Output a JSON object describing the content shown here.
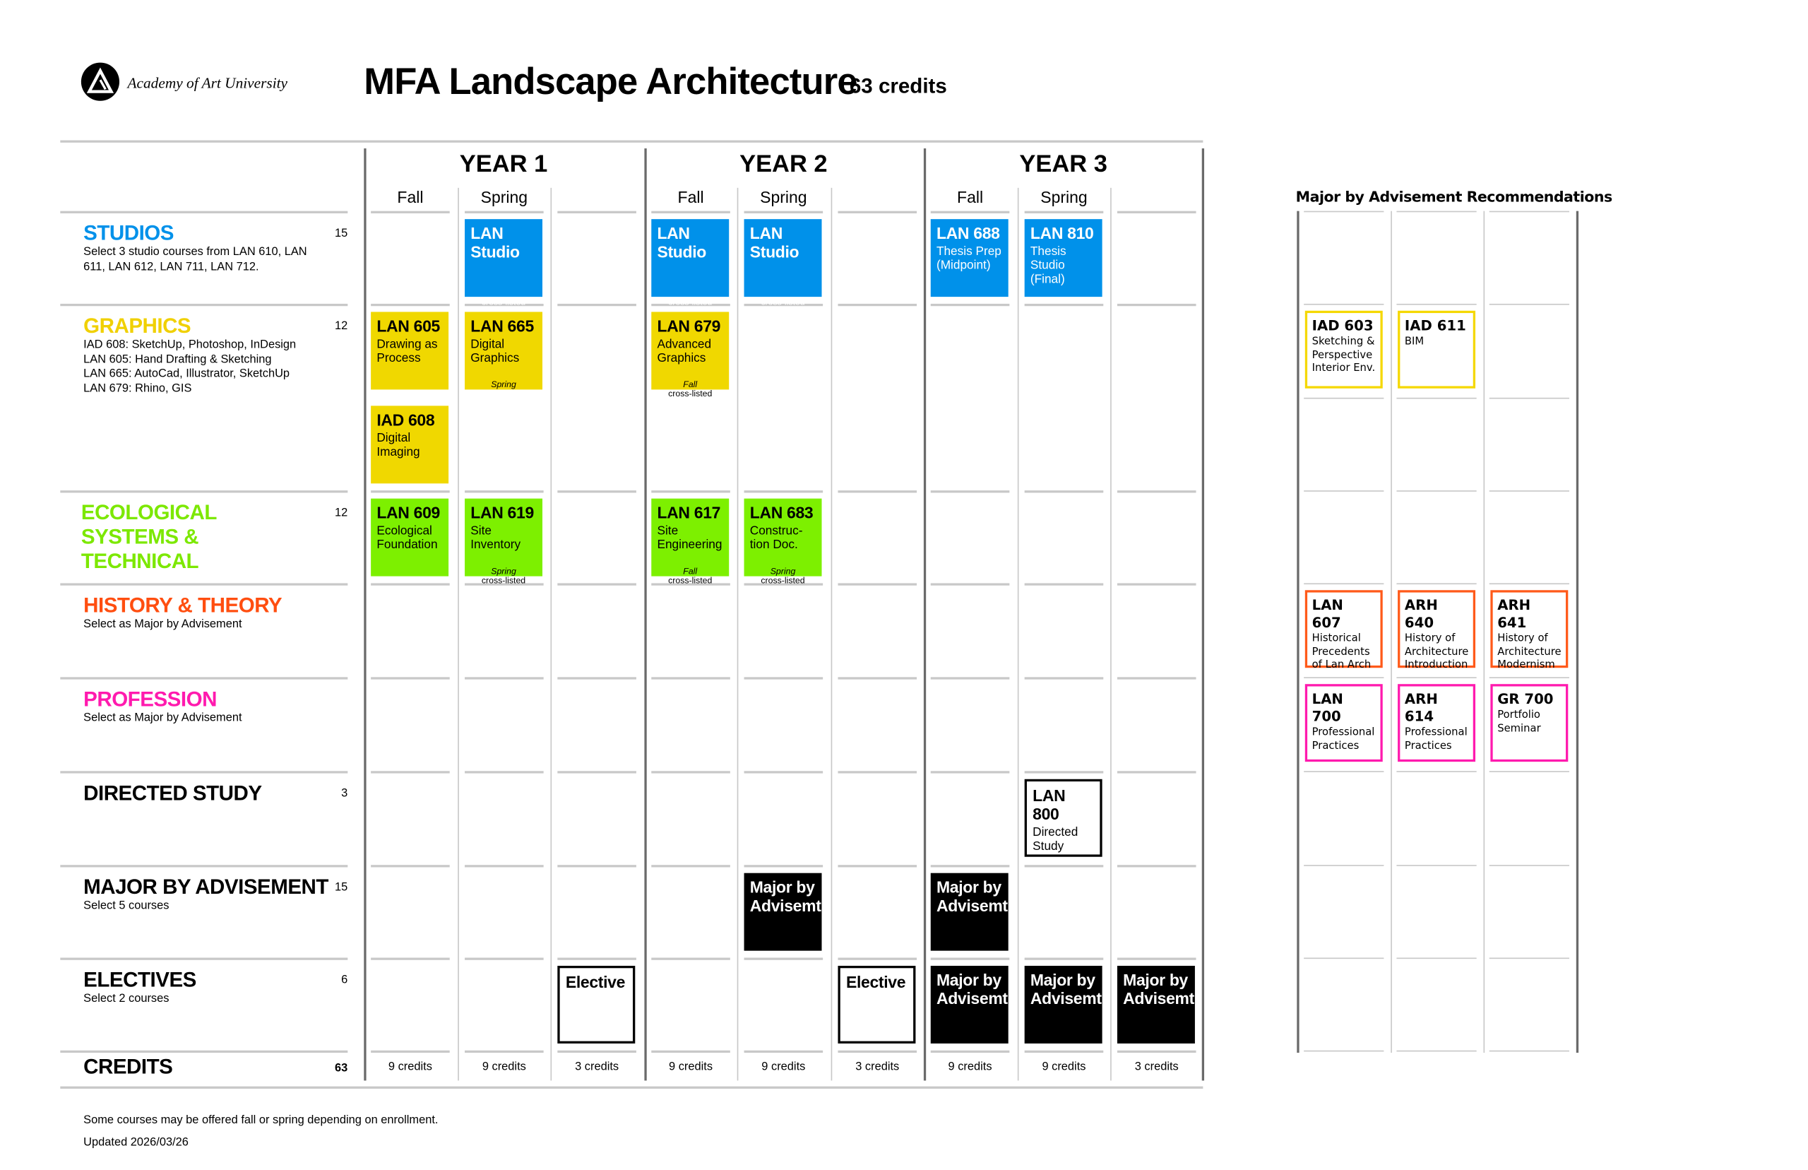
{
  "header": {
    "institution": "Academy of Art University",
    "title": "MFA Landscape Architecture",
    "total_credits": "63 credits"
  },
  "years": [
    "YEAR 1",
    "YEAR 2",
    "YEAR 3"
  ],
  "seasons": [
    "Fall",
    "Spring",
    "",
    "Fall",
    "Spring",
    "",
    "Fall",
    "Spring",
    ""
  ],
  "rows": [
    {
      "key": "studios",
      "title": "STUDIOS",
      "color": "#0091ea",
      "desc": [
        "Select 3 studio courses from LAN 610, LAN",
        "611, LAN 612, LAN 711, LAN 712."
      ],
      "credits": "15"
    },
    {
      "key": "graphics",
      "title": "GRAPHICS",
      "color": "#f0d000",
      "desc": [
        "IAD 608: SketchUp, Photoshop, InDesign",
        "LAN 605: Hand Drafting & Sketching",
        "LAN 665: AutoCad, Illustrator, SketchUp",
        "LAN 679: Rhino, GIS"
      ],
      "credits": "12"
    },
    {
      "key": "eco",
      "title": "ECOLOGICAL SYSTEMS & TECHNICAL",
      "color": "#7ce800",
      "desc": [],
      "credits": "12"
    },
    {
      "key": "history",
      "title": "HISTORY & THEORY",
      "color": "#ff4e10",
      "desc": [
        "Select as Major by Advisement"
      ],
      "credits": ""
    },
    {
      "key": "profession",
      "title": "PROFESSION",
      "color": "#ff1aae",
      "desc": [
        "Select as Major by Advisement"
      ],
      "credits": ""
    },
    {
      "key": "directed",
      "title": "DIRECTED STUDY",
      "color": "#000000",
      "desc": [],
      "credits": "3"
    },
    {
      "key": "major",
      "title": "MAJOR BY ADVISEMENT",
      "color": "#000000",
      "desc": [
        "Select 5 courses"
      ],
      "credits": "15"
    },
    {
      "key": "electives",
      "title": "ELECTIVES",
      "color": "#000000",
      "desc": [
        "Select 2 courses"
      ],
      "credits": "6"
    }
  ],
  "credits_row": {
    "label": "CREDITS",
    "total": "63",
    "values": [
      "9 credits",
      "9 credits",
      "3 credits",
      "9 credits",
      "9 credits",
      "3 credits",
      "9 credits",
      "9 credits",
      "3 credits"
    ]
  },
  "courses": [
    {
      "row": "studios",
      "col": 1,
      "code": "LAN Studio",
      "name": "",
      "style": "blue",
      "note": "",
      "cross": "cross-listed"
    },
    {
      "row": "studios",
      "col": 3,
      "code": "LAN Studio",
      "name": "",
      "style": "blue",
      "note": "",
      "cross": "cross-listed"
    },
    {
      "row": "studios",
      "col": 4,
      "code": "LAN Studio",
      "name": "",
      "style": "blue",
      "note": "",
      "cross": "cross-listed"
    },
    {
      "row": "studios",
      "col": 6,
      "code": "LAN 688",
      "name": "Thesis Prep (Midpoint)",
      "style": "blue",
      "note": "",
      "cross": ""
    },
    {
      "row": "studios",
      "col": 7,
      "code": "LAN 810",
      "name": "Thesis Studio (Final)",
      "style": "blue",
      "note": "",
      "cross": ""
    },
    {
      "row": "graphics",
      "col": 0,
      "code": "LAN 605",
      "name": "Drawing as Process",
      "style": "yellow",
      "note": "",
      "cross": ""
    },
    {
      "row": "graphics",
      "col": 1,
      "code": "LAN 665",
      "name": "Digital Graphics",
      "style": "yellow",
      "note": "Spring",
      "cross": ""
    },
    {
      "row": "graphics",
      "col": 3,
      "code": "LAN 679",
      "name": "Advanced Graphics",
      "style": "yellow",
      "note": "Fall",
      "cross": "cross-listed"
    },
    {
      "row": "graphics",
      "col": 0,
      "sub": 1,
      "code": "IAD 608",
      "name": "Digital Imaging",
      "style": "yellow",
      "note": "",
      "cross": ""
    },
    {
      "row": "eco",
      "col": 0,
      "code": "LAN 609",
      "name": "Ecological Foundation",
      "style": "green",
      "note": "",
      "cross": ""
    },
    {
      "row": "eco",
      "col": 1,
      "code": "LAN 619",
      "name": "Site Inventory",
      "style": "green",
      "note": "Spring",
      "cross": "cross-listed"
    },
    {
      "row": "eco",
      "col": 3,
      "code": "LAN 617",
      "name": "Site Engineering",
      "style": "green",
      "note": "Fall",
      "cross": "cross-listed"
    },
    {
      "row": "eco",
      "col": 4,
      "code": "LAN 683",
      "name": "Construc-tion Doc.",
      "style": "green",
      "note": "Spring",
      "cross": "cross-listed"
    },
    {
      "row": "directed",
      "col": 7,
      "code": "LAN 800",
      "name": "Directed Study",
      "style": "outline",
      "note": "",
      "cross": ""
    },
    {
      "row": "major",
      "col": 4,
      "code": "Major by Advisemt",
      "name": "",
      "style": "black",
      "note": "",
      "cross": ""
    },
    {
      "row": "major",
      "col": 6,
      "code": "Major by Advisemt",
      "name": "",
      "style": "black",
      "note": "",
      "cross": ""
    },
    {
      "row": "electives",
      "col": 2,
      "code": "Elective",
      "name": "",
      "style": "outline",
      "note": "",
      "cross": ""
    },
    {
      "row": "electives",
      "col": 5,
      "code": "Elective",
      "name": "",
      "style": "outline",
      "note": "",
      "cross": ""
    },
    {
      "row": "electives",
      "col": 6,
      "code": "Major by Advisemt",
      "name": "",
      "style": "black",
      "note": "",
      "cross": ""
    },
    {
      "row": "electives",
      "col": 7,
      "code": "Major by Advisemt",
      "name": "",
      "style": "black",
      "note": "",
      "cross": ""
    },
    {
      "row": "electives",
      "col": 8,
      "code": "Major by Advisemt",
      "name": "",
      "style": "black",
      "note": "",
      "cross": ""
    }
  ],
  "recommendations": {
    "title": "Major by Advisement Recommendations",
    "items": [
      {
        "row": "graphics",
        "col": 0,
        "code": "IAD 603",
        "name": "Sketching & Perspective Interior Env.",
        "color": "#f5d800"
      },
      {
        "row": "graphics",
        "col": 1,
        "code": "IAD 611",
        "name": "BIM",
        "color": "#f5d800"
      },
      {
        "row": "history",
        "col": 0,
        "code": "LAN 607",
        "name": "Historical Precedents of Lan Arch",
        "color": "#ff5a1a"
      },
      {
        "row": "history",
        "col": 1,
        "code": "ARH 640",
        "name": "History of Architecture Introduction",
        "color": "#ff5a1a"
      },
      {
        "row": "history",
        "col": 2,
        "code": "ARH 641",
        "name": "History of Architecture Modernism",
        "color": "#ff5a1a"
      },
      {
        "row": "profession",
        "col": 0,
        "code": "LAN 700",
        "name": "Professional Practices",
        "color": "#ff1aae"
      },
      {
        "row": "profession",
        "col": 1,
        "code": "ARH 614",
        "name": "Professional Practices",
        "color": "#ff1aae"
      },
      {
        "row": "profession",
        "col": 2,
        "code": "GR 700",
        "name": "Portfolio Seminar",
        "color": "#ff1aae"
      }
    ]
  },
  "footer": {
    "note": "Some courses may be offered fall or spring depending on enrollment.",
    "updated": "Updated 2026/03/26"
  }
}
